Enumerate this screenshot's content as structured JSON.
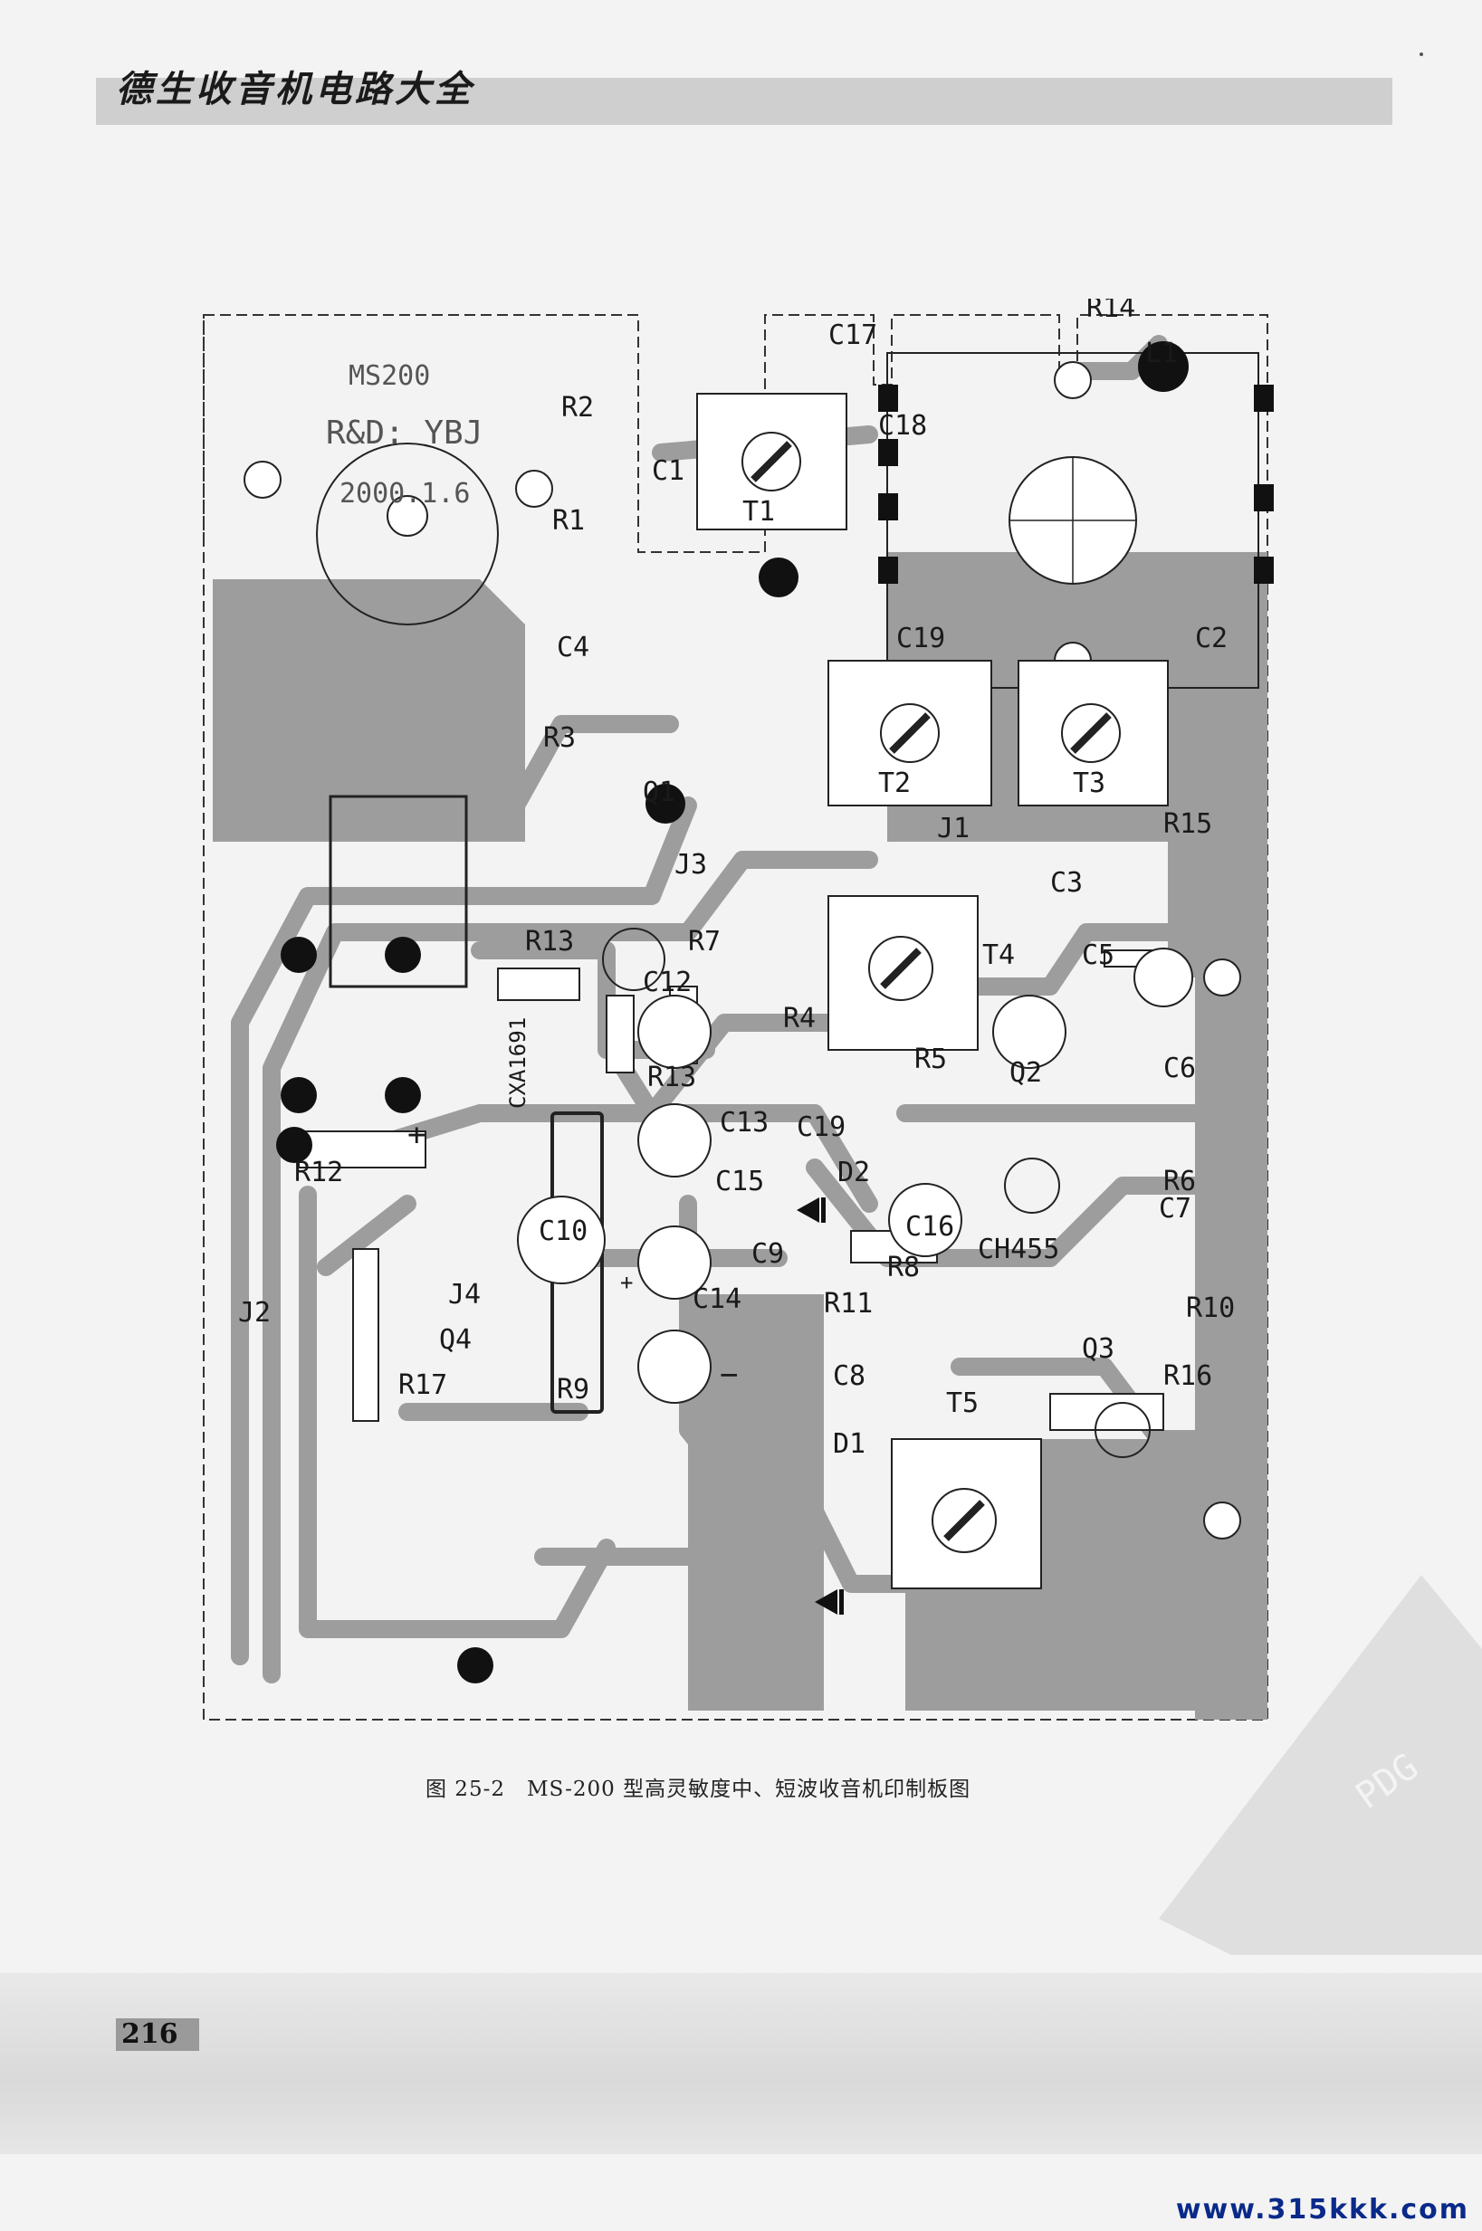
{
  "header": {
    "book_title": "德生收音机电路大全"
  },
  "board": {
    "silkscreen": {
      "model": "MS200",
      "design_credit": "R&D: YBJ",
      "date": "2000.1.6"
    },
    "ic_label": "CXA1691",
    "labels": {
      "R1": "R1",
      "R2": "R2",
      "R3": "R3",
      "R4": "R4",
      "R5": "R5",
      "R6": "R6",
      "R7": "R7",
      "R8": "R8",
      "R9": "R9",
      "R10": "R10",
      "R11": "R11",
      "R12": "R12",
      "R13a": "R13",
      "R13b": "R13",
      "R14": "R14",
      "R15": "R15",
      "R16": "R16",
      "R17": "R17",
      "C1": "C1",
      "C2": "C2",
      "C3": "C3",
      "C4": "C4",
      "C5": "C5",
      "C6": "C6",
      "C7": "C7",
      "C8": "C8",
      "C9": "C9",
      "C10": "C10",
      "C12": "C12",
      "C13": "C13",
      "C14": "C14",
      "C15": "C15",
      "C16": "C16",
      "C17": "C17",
      "C18": "C18",
      "C19a": "C19",
      "C19b": "C19",
      "T1": "T1",
      "T2": "T2",
      "T3": "T3",
      "T4": "T4",
      "T5": "T5",
      "Q1": "Q1",
      "Q2": "Q2",
      "Q3": "Q3",
      "Q4": "Q4",
      "D1": "D1",
      "D2": "D2",
      "L1": "L1",
      "J1": "J1",
      "J2": "J2",
      "J3": "J3",
      "J4": "J4",
      "CH455": "CH455",
      "plus": "+",
      "minus": "−",
      "plus_small": "+"
    }
  },
  "caption": {
    "text": "图 25-2　MS-200 型高灵敏度中、短波收音机印制板图"
  },
  "footer": {
    "page_number": "216"
  },
  "watermark": {
    "text": "PDG"
  },
  "site_url": "www.315kkk.com"
}
